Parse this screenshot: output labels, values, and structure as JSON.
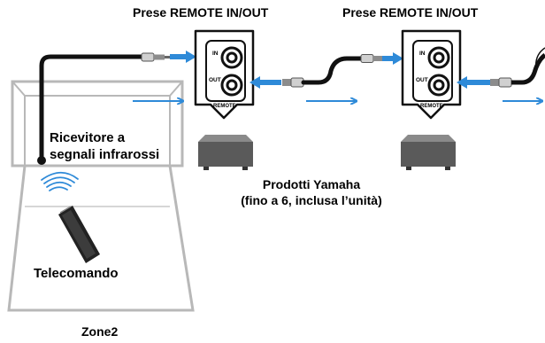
{
  "titles": {
    "jacks_left": "Prese REMOTE IN/OUT",
    "jacks_right": "Prese REMOTE IN/OUT"
  },
  "jack_panel": {
    "in_label": "IN",
    "out_label": "OUT",
    "remote_label": "REMOTE"
  },
  "labels": {
    "receiver_line1": "Ricevitore a",
    "receiver_line2": "segnali infrarossi",
    "products_line1": "Prodotti Yamaha",
    "products_line2": "(fino a 6, inclusa l’unità)",
    "remote": "Telecomando",
    "zone": "Zone2"
  },
  "colors": {
    "arrow_blue": "#2e8ad8",
    "outline_gray": "#b8b8b8",
    "unit_dark": "#5a5a5a",
    "unit_top": "#8a8a8a",
    "cable_black": "#111111"
  }
}
